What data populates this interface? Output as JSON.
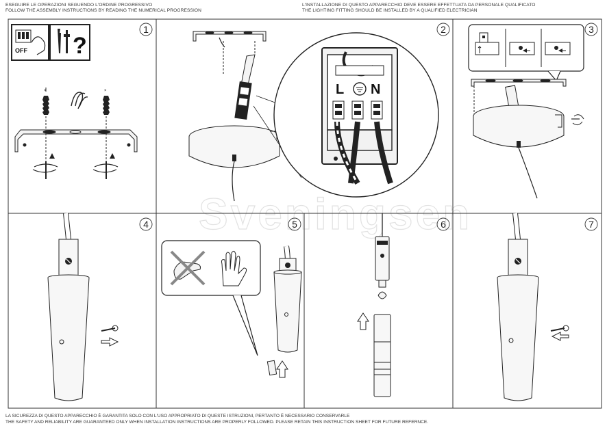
{
  "header": {
    "left_line1": "ESEGUIRE LE OPERAZIONI SEGUENDO L'ORDINE PROGRESSIVO",
    "left_line2": "FOLLOW THE ASSEMBLY INSTRUCTIONS BY READING THE NUMERICAL PROGRESSION",
    "right_line1": "L'INSTALLAZIONE DI QUESTO APPARECCHIO DEVE ESSERE EFFETTUATA DA PERSONALE QUALIFICATO",
    "right_line2": "THE LIGHTING FITTING SHOULD BE INSTALLED BY A QUALIFIED ELECTRICIAN"
  },
  "footer": {
    "line1": "LA SICUREZZA DI QUESTO APPARECCHIO È GARANTITA SOLO CON L'USO APPROPRIATO DI QUESTE ISTRUZIONI, PERTANTO È NECESSARIO CONSERVARLE",
    "line2": "THE SAFETY AND RELIABILITY ARE GUARANTEED ONLY WHEN INSTALLATION INSTRUCTIONS ARE PROPERLY FOLLOWED. PLEASE RETAIN THIS INSTRUCTION SHEET FOR FUTURE REFERNCE."
  },
  "steps": {
    "s1": "1",
    "s2": "2",
    "s3": "3",
    "s4": "4",
    "s5": "5",
    "s6": "6",
    "s7": "7"
  },
  "step1": {
    "off_label": "OFF",
    "question_mark": "?"
  },
  "terminal": {
    "L": "L",
    "N": "N"
  },
  "watermark": "Sveningsen",
  "icons": [
    "power-off-icon",
    "tools-icon",
    "earth-icon",
    "glove-icon",
    "no-bare-hand-icon",
    "arrow-icon"
  ]
}
